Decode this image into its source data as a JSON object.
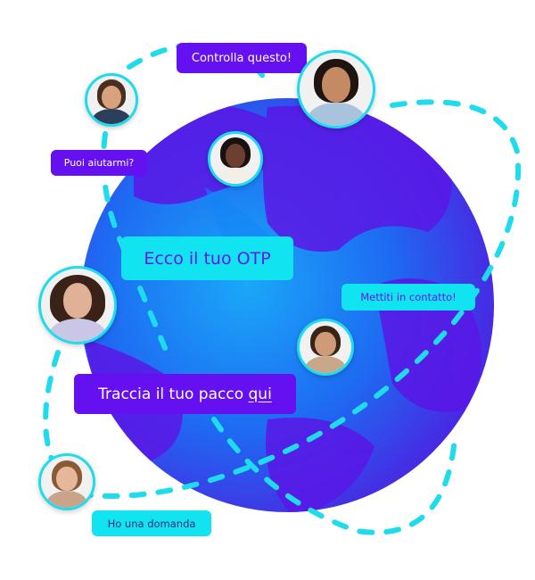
{
  "messages": {
    "controlla": "Controlla questo!",
    "puoi": "Puoi aiutarmi?",
    "otp": "Ecco il tuo OTP",
    "contatto": "Mettiti in contatto!",
    "traccia": "Traccia il tuo pacco ",
    "traccia_link": "qui",
    "domanda": "Ho una domanda"
  },
  "colors": {
    "purple": "#6410f0",
    "cyan": "#12e3f0",
    "globe_blue": "#1a7af5"
  }
}
